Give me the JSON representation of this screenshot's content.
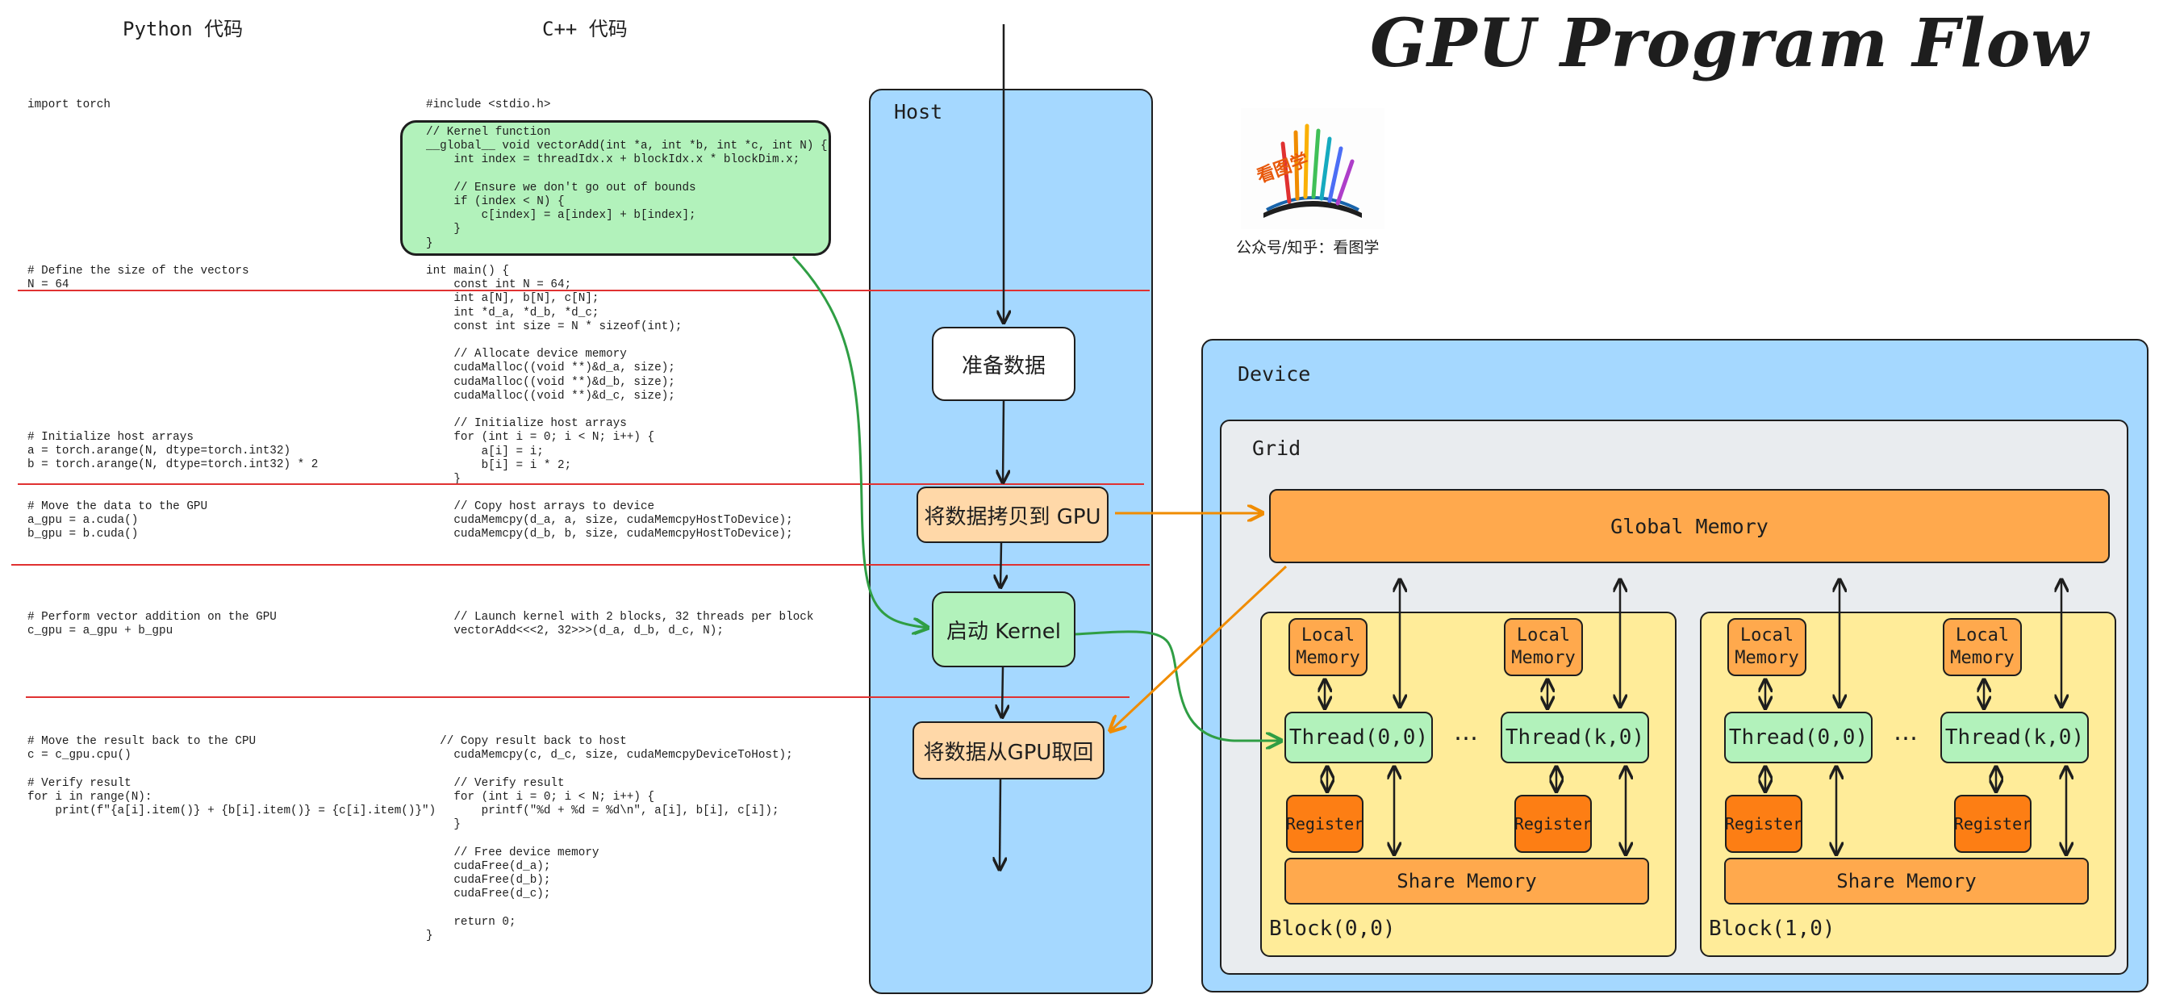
{
  "title": "GPU Program Flow",
  "headings": {
    "python": "Python 代码",
    "cpp": "C++ 代码"
  },
  "python_code": [
    {
      "text": "import torch"
    },
    {
      "text": "# Define the size of the vectors\nN = 64"
    },
    {
      "text": "# Initialize host arrays\na = torch.arange(N, dtype=torch.int32)\nb = torch.arange(N, dtype=torch.int32) * 2"
    },
    {
      "text": "# Move the data to the GPU\na_gpu = a.cuda()\nb_gpu = b.cuda()"
    },
    {
      "text": "# Perform vector addition on the GPU\nc_gpu = a_gpu + b_gpu"
    },
    {
      "text": "# Move the result back to the CPU\nc = c_gpu.cpu()\n\n# Verify result\nfor i in range(N):\n    print(f\"{a[i].item()} + {b[i].item()} = {c[i].item()}\")"
    }
  ],
  "cpp_code": {
    "include": "#include <stdio.h>",
    "kernel": "// Kernel function\n__global__ void vectorAdd(int *a, int *b, int *c, int N) {\n    int index = threadIdx.x + blockIdx.x * blockDim.x;\n\n    // Ensure we don't go out of bounds\n    if (index < N) {\n        c[index] = a[index] + b[index];\n    }\n}",
    "main": "int main() {\n    const int N = 64;\n    int a[N], b[N], c[N];\n    int *d_a, *d_b, *d_c;\n    const int size = N * sizeof(int);\n\n    // Allocate device memory\n    cudaMalloc((void **)&d_a, size);\n    cudaMalloc((void **)&d_b, size);\n    cudaMalloc((void **)&d_c, size);\n\n    // Initialize host arrays\n    for (int i = 0; i < N; i++) {\n        a[i] = i;\n        b[i] = i * 2;\n    }",
    "copy": "    // Copy host arrays to device\n    cudaMemcpy(d_a, a, size, cudaMemcpyHostToDevice);\n    cudaMemcpy(d_b, b, size, cudaMemcpyHostToDevice);",
    "launch": "    // Launch kernel with 2 blocks, 32 threads per block\n    vectorAdd<<<2, 32>>>(d_a, d_b, d_c, N);",
    "back": "  // Copy result back to host\n    cudaMemcpy(c, d_c, size, cudaMemcpyDeviceToHost);\n\n    // Verify result\n    for (int i = 0; i < N; i++) {\n        printf(\"%d + %d = %d\\n\", a[i], b[i], c[i]);\n    }\n\n    // Free device memory\n    cudaFree(d_a);\n    cudaFree(d_b);\n    cudaFree(d_c);\n\n    return 0;\n}"
  },
  "host": {
    "label": "Host",
    "steps": [
      "准备数据",
      "将数据拷贝到 GPU",
      "启动 Kernel",
      "将数据从GPU取回"
    ]
  },
  "logo": {
    "text": "公众号/知乎：看图学",
    "mark": "看图学"
  },
  "device": {
    "label": "Device",
    "grid_label": "Grid",
    "global_memory": "Global Memory",
    "blocks": [
      {
        "label": "Block(0,0)",
        "threads": [
          "Thread(0,0)",
          "Thread(k,0)"
        ]
      },
      {
        "label": "Block(1,0)",
        "threads": [
          "Thread(0,0)",
          "Thread(k,0)"
        ]
      }
    ],
    "local_memory": "Local\nMemory",
    "register": "Register",
    "share_memory": "Share Memory",
    "ellipsis": "…"
  },
  "colors": {
    "host_fill": "#a5d8ff",
    "device_fill": "#a5d8ff",
    "grid_fill": "#e9ecef",
    "block_fill": "#ffec99",
    "kernel_fill": "#b2f2bb",
    "step_fill": "#ffd8a8",
    "memory_fill": "#ffa94d",
    "register_fill": "#fd7e14",
    "red_line": "#e03131",
    "green_arrow": "#2f9e44",
    "orange_arrow": "#f08c00"
  }
}
